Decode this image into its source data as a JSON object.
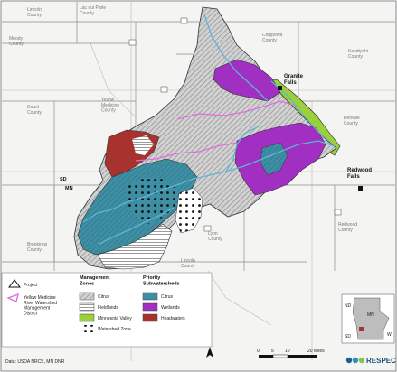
{
  "map": {
    "county_labels": {
      "lincoln_mn": "Lincoln\nCounty",
      "lac_qui_parle": "Lac qui Parle\nCounty",
      "yellow_medicine": "Yellow\nMedicine\nCounty",
      "chippewa": "Chippewa\nCounty",
      "kandiyohi": "Kandiyohi\nCounty",
      "renville": "Renville\nCounty",
      "deuel": "Deuel\nCounty",
      "lyon": "Lyon\nCounty",
      "redwood": "Redwood\nCounty",
      "brookings": "Brookings\nCounty",
      "moody": "Moody\nCounty",
      "lincoln_sd": "Lincoln\nCounty",
      "state_sd": "SD",
      "state_mn": "MN"
    },
    "towns": {
      "granite_falls": "Granite\nFalls",
      "redwood_falls": "Redwood\nFalls"
    }
  },
  "legend": {
    "project": "Project",
    "district": "Yellow Medicine\nRiver Watershed\nManagement\nDistrict",
    "zones_title": "Management\nZones",
    "zones": [
      "Citrus",
      "Fieldlands",
      "Minnesota Valley",
      "Watershed Zone"
    ],
    "sub_title": "Priority\nSubwatersheds",
    "subs": [
      "Citrus",
      "Wetlands",
      "Headwaters"
    ]
  },
  "inset": {
    "nd": "ND",
    "mn": "MN",
    "sd": "SD",
    "wi": "WI"
  },
  "footer": {
    "credit": "Data: USDA NRCS, MN DNR",
    "scale_ticks": [
      "0",
      "5",
      "10",
      "20 Miles"
    ],
    "brand": "RESPEC"
  },
  "colors": {
    "gray_zone": "#bdbdbd",
    "blue": "#3e8fa4",
    "purple": "#a12fc1",
    "red": "#a8322e",
    "green": "#9ad13a",
    "pink": "#e26be0",
    "river": "#5fb5d5"
  }
}
